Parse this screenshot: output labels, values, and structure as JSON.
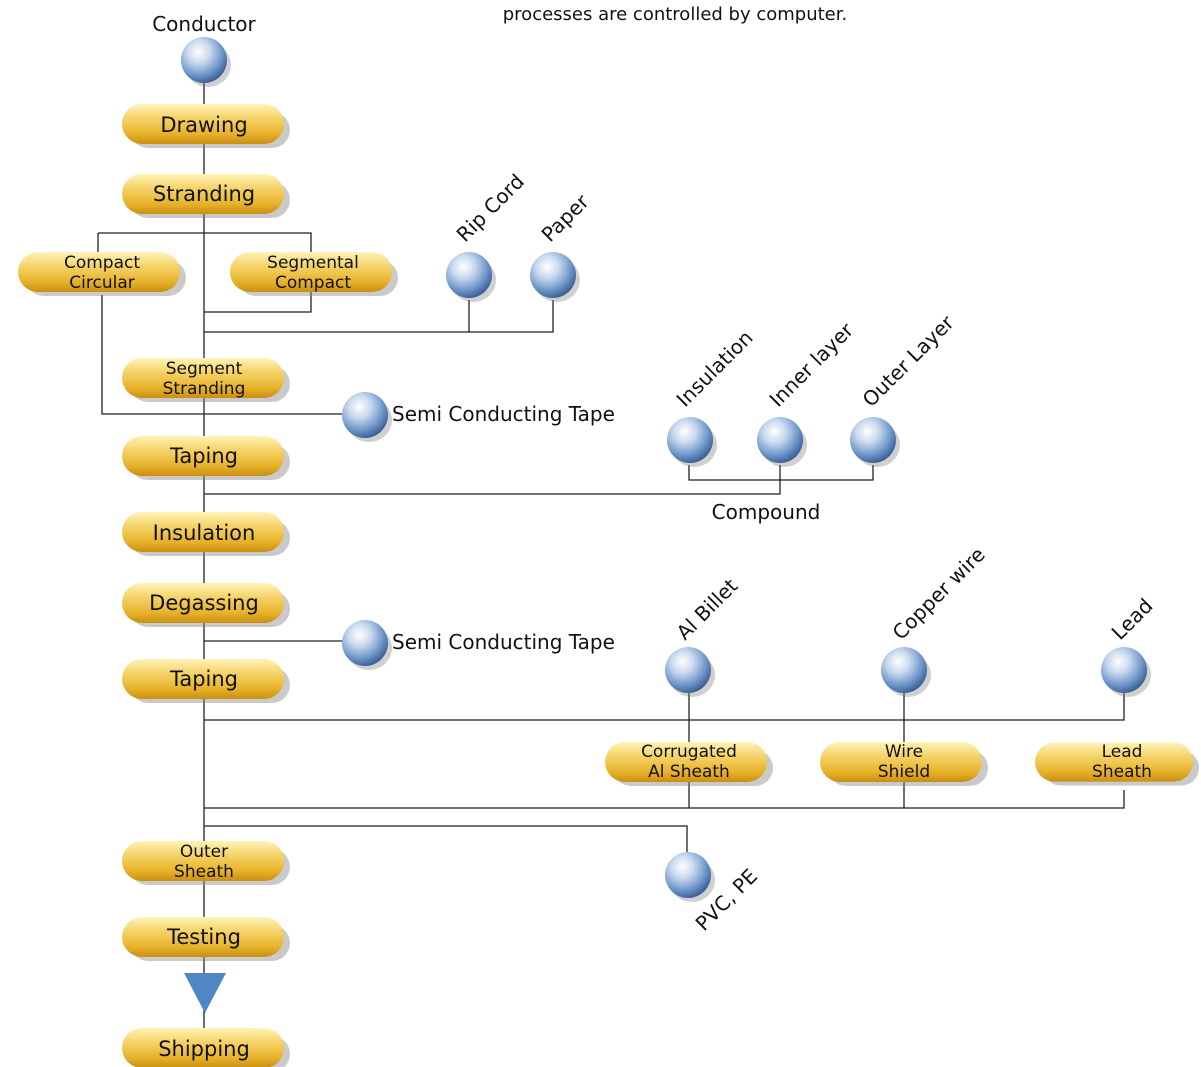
{
  "caption": "processes are controlled by computer.",
  "steps": {
    "conductor": "Conductor",
    "drawing": "Drawing",
    "stranding": "Stranding",
    "compact_circular": [
      "Compact",
      "Circular"
    ],
    "segmental_compact": [
      "Segmental",
      "Compact"
    ],
    "segment_stranding": [
      "Segment",
      "Stranding"
    ],
    "taping_1": "Taping",
    "insulation": "Insulation",
    "degassing": "Degassing",
    "taping_2": "Taping",
    "corrugated_al_sheath": [
      "Corrugated",
      "Al Sheath"
    ],
    "wire_shield": [
      "Wire",
      "Shield"
    ],
    "lead_sheath": [
      "Lead",
      "Sheath"
    ],
    "outer_sheath": [
      "Outer",
      "Sheath"
    ],
    "testing": "Testing",
    "shipping": "Shipping"
  },
  "materials": {
    "rip_cord": "Rip Cord",
    "paper": "Paper",
    "semi_conducting_tape_1": "Semi Conducting Tape",
    "insulation": "Insulation",
    "inner_layer": "Inner layer",
    "outer_layer": "Outer Layer",
    "compound": "Compound",
    "semi_conducting_tape_2": "Semi Conducting Tape",
    "al_billet": "Al Billet",
    "copper_wire": "Copper wire",
    "lead": "Lead",
    "pvc_pe": "PVC, PE"
  },
  "colors": {
    "pill_gold": "#f2c53a",
    "sphere_blue": "#6a93c8",
    "arrow_blue": "#4f86c6"
  }
}
